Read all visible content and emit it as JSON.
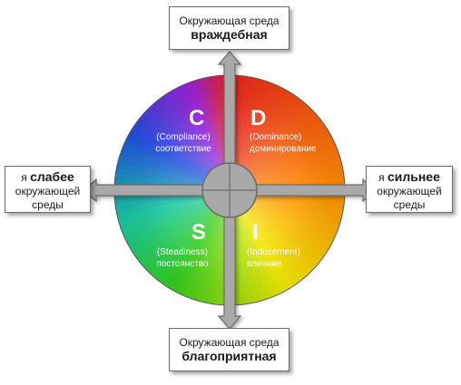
{
  "colors": {
    "red": "#e8211c",
    "orange": "#ff8a00",
    "yellow": "#f2e800",
    "green": "#33cc1a",
    "cyan": "#16c8a0",
    "blue": "#1f4ee0",
    "violet": "#9b1fd8",
    "arrow_fill": "#a9a9a9",
    "arrow_stroke": "#6b6b6b"
  },
  "top_box": {
    "line1": "Окружающая среда",
    "line2": "враждебная"
  },
  "bottom_box": {
    "line1": "Окружающая среда",
    "line2": "благоприятная"
  },
  "left_box": {
    "prefix": "я",
    "bold": "слабее",
    "line2": "окружающей",
    "line3": "среды"
  },
  "right_box": {
    "prefix": "я",
    "bold": "сильнее",
    "line2": "окружающей",
    "line3": "среды"
  },
  "quadrants": {
    "c": {
      "letter": "C",
      "english": "(Compliance)",
      "russian": "соответствие"
    },
    "d": {
      "letter": "D",
      "english": "(Dominance)",
      "russian": "доминирование"
    },
    "s": {
      "letter": "S",
      "english": "(Steadiness)",
      "russian": "постоянство"
    },
    "i": {
      "letter": "I",
      "english": "(Inducement)",
      "russian": "влияние"
    }
  }
}
